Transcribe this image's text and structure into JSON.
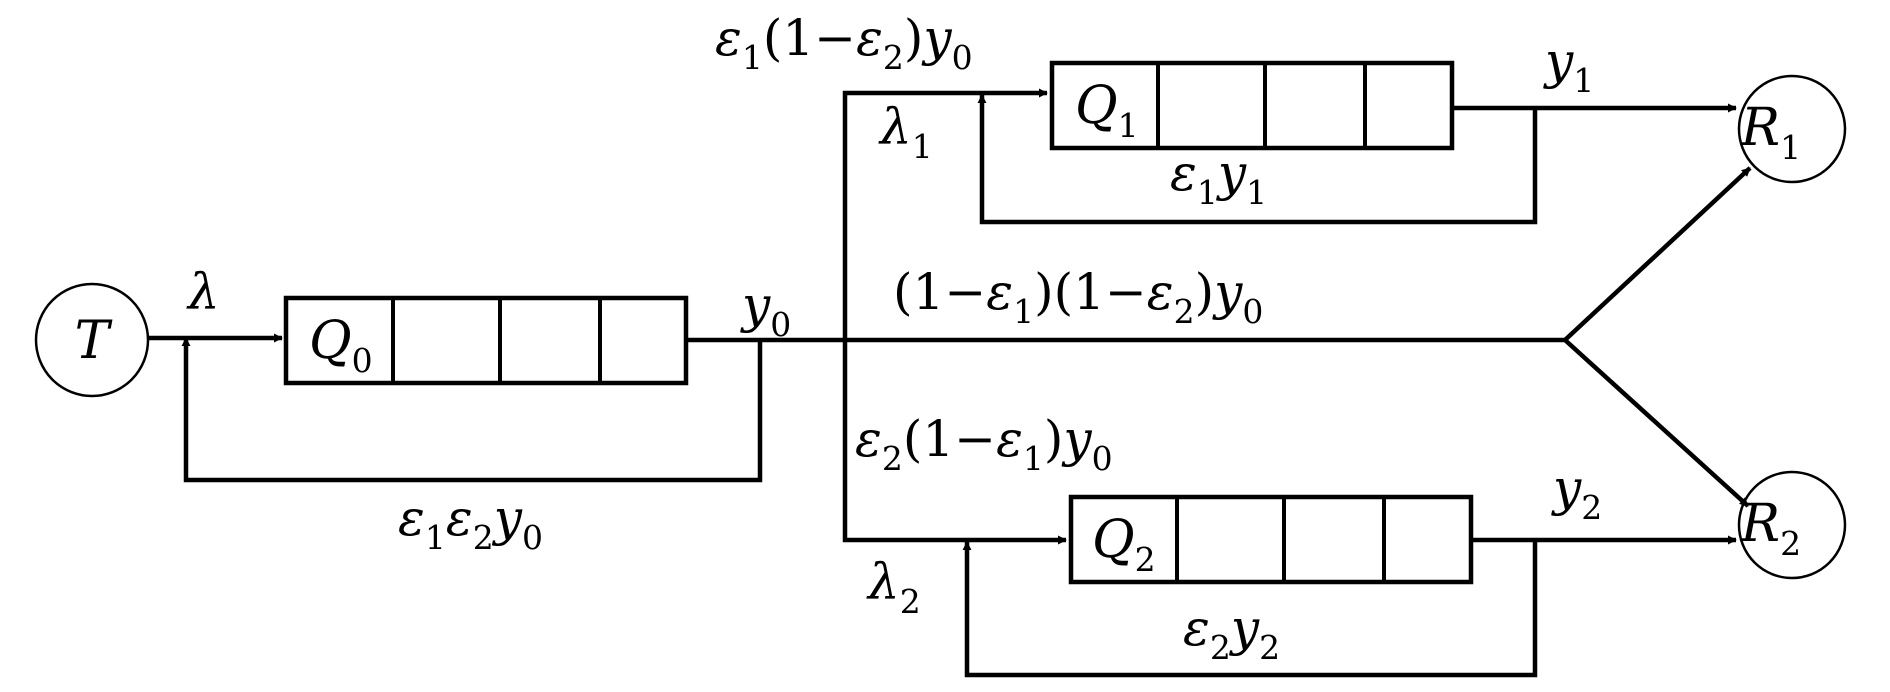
{
  "nodes": {
    "source": {
      "name": "T"
    },
    "receivers": [
      {
        "name": "R",
        "sub": "1"
      },
      {
        "name": "R",
        "sub": "2"
      }
    ]
  },
  "queues": [
    {
      "name": "Q",
      "sub": "0",
      "cells": 4
    },
    {
      "name": "Q",
      "sub": "1",
      "cells": 4
    },
    {
      "name": "Q",
      "sub": "2",
      "cells": 4
    }
  ],
  "labels": {
    "lambda": "λ",
    "lambda1": {
      "sym": "λ",
      "sub": "1"
    },
    "lambda2": {
      "sym": "λ",
      "sub": "2"
    },
    "y0": {
      "sym": "y",
      "sub": "0"
    },
    "y1": {
      "sym": "y",
      "sub": "1"
    },
    "y2": {
      "sym": "y",
      "sub": "2"
    },
    "e1e2y0": {
      "e": "ε",
      "s1": "1",
      "s2": "2",
      "y": "y",
      "s3": "0"
    },
    "e1y1": {
      "e": "ε",
      "s1": "1",
      "y": "y",
      "s2": "1"
    },
    "e2y2": {
      "e": "ε",
      "s1": "2",
      "y": "y",
      "s2": "2"
    },
    "path_q1": {
      "e1": "ε",
      "s1": "1",
      "open": "(1−",
      "e2": "ε",
      "s2": "2",
      "close": ")",
      "y": "y",
      "s3": "0"
    },
    "path_q2": {
      "e1": "ε",
      "s1": "2",
      "open": "(1−",
      "e2": "ε",
      "s2": "1",
      "close": ")",
      "y": "y",
      "s3": "0"
    },
    "path_direct": {
      "p1": "(1−",
      "e1": "ε",
      "s1": "1",
      "p2": ")(1−",
      "e2": "ε",
      "s2": "2",
      "p3": ")",
      "y": "y",
      "s3": "0"
    }
  }
}
